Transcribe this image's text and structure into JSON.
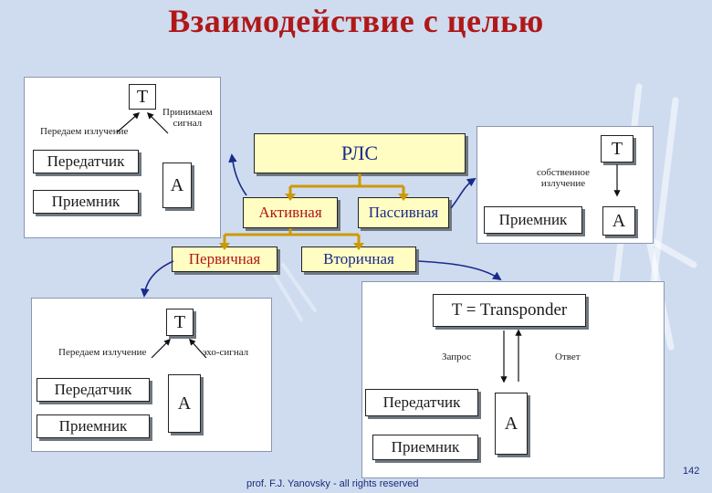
{
  "title": "Взаимодействие с целью",
  "top_left": {
    "target": "T",
    "emit_label": "Передаем излучение",
    "receive_label": "Принимаем\nсигнал",
    "transmitter": "Передатчик",
    "receiver": "Приемник",
    "antenna": "A"
  },
  "radar": {
    "label": "РЛС",
    "active": "Активная",
    "passive": "Пассивная",
    "primary": "Первичная",
    "secondary": "Вторичная"
  },
  "top_right": {
    "target": "T",
    "own_emission_label": "собственное\nизлучение",
    "receiver": "Приемник",
    "antenna": "A"
  },
  "bottom_left": {
    "target": "T",
    "emit_label": "Передаем излучение",
    "echo_label": "эхо-сигнал",
    "transmitter": "Передатчик",
    "receiver": "Приемник",
    "antenna": "A"
  },
  "bottom_right": {
    "transponder": "T = Transponder",
    "request_label": "Запрос",
    "reply_label": "Ответ",
    "transmitter": "Передатчик",
    "receiver": "Приемник",
    "antenna": "A"
  },
  "footer": "prof. F.J. Yanovsky - all rights reserved",
  "page_number": "142",
  "colors": {
    "title": "#b01818",
    "radar_text": "#1a2a8a",
    "active_text": "#b01818",
    "passive_text": "#1a2a8a",
    "primary_text": "#b01818",
    "secondary_text": "#1a2a8a",
    "box_fill": "#fffdc2",
    "arrow_main": "#cc9a00",
    "arrow_link": "#1a2a8a"
  }
}
